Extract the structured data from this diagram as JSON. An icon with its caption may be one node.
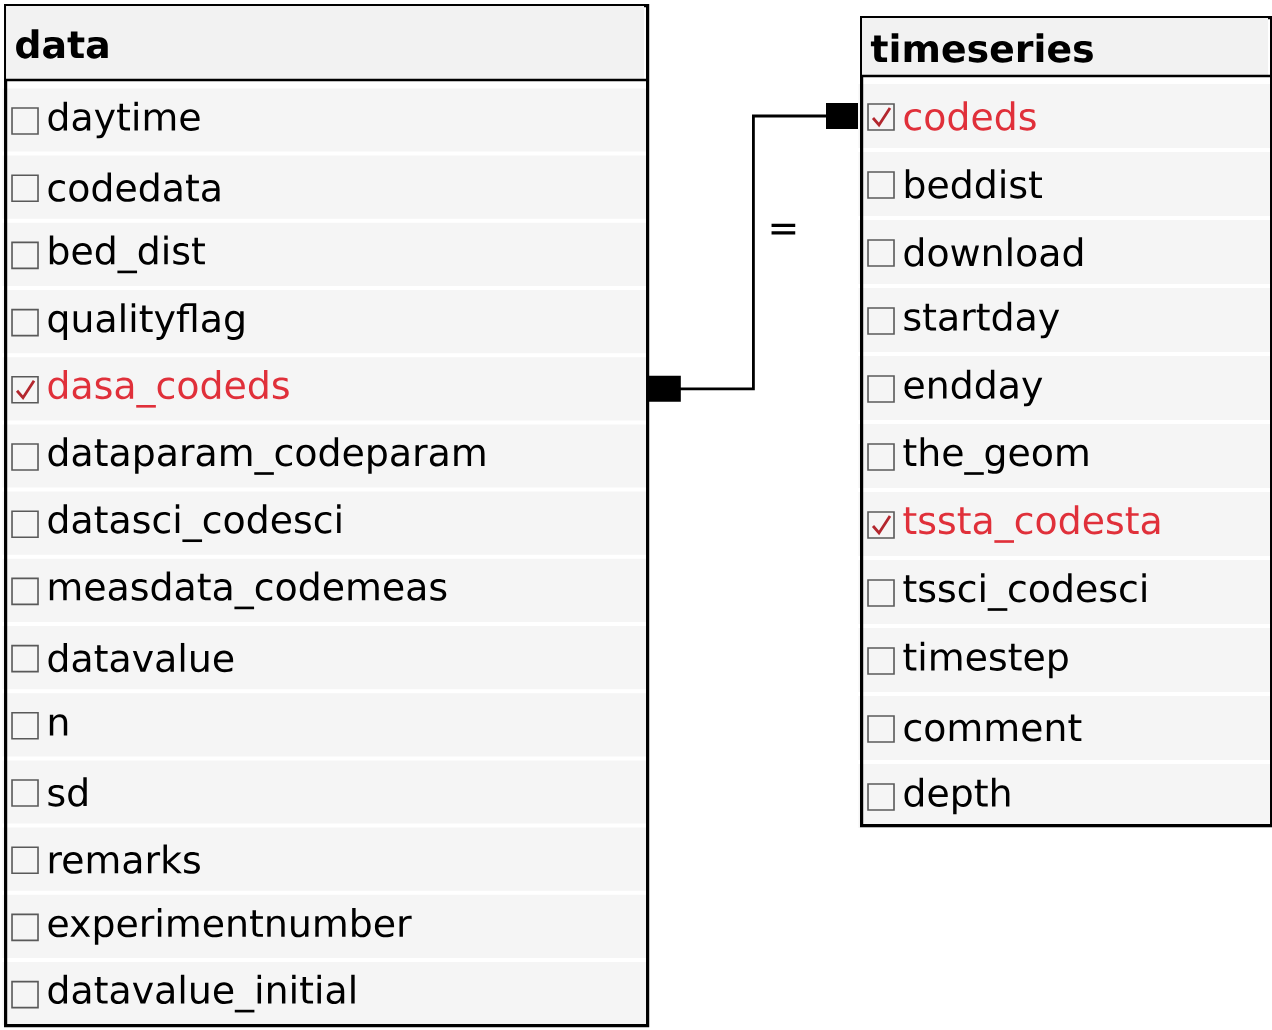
{
  "diagram": {
    "nodes": [
      {
        "text": [
          "data"
        ]
      },
      {
        "text": [
          "daytime"
        ],
        "in": 0
      },
      {
        "text": [
          "codedata"
        ],
        "in": 0
      },
      {
        "text": [
          "bed_dist"
        ],
        "in": 0
      },
      {
        "text": [
          "qualityflag"
        ],
        "in": 0
      },
      {
        "text": [
          "dasa_codeds"
        ],
        "in": 0
      },
      {
        "text": [
          "dataparam_codeparam"
        ],
        "in": 0
      },
      {
        "text": [
          "datasci_codesci"
        ],
        "in": 0
      },
      {
        "text": [
          "measdata_codemeas"
        ],
        "in": 0
      },
      {
        "text": [
          "datavalue"
        ],
        "in": 0
      },
      {
        "text": [
          "n"
        ],
        "in": 0
      },
      {
        "text": [
          "sd"
        ],
        "in": 0
      },
      {
        "text": [
          "remarks"
        ],
        "in": 0
      },
      {
        "text": [
          "experimentnumber"
        ],
        "in": 0
      },
      {
        "text": [
          "datavalue_initial"
        ],
        "in": 0
      },
      {
        "text": [
          "timeseries"
        ]
      },
      {
        "text": [
          "codeds"
        ],
        "in": 15
      },
      {
        "text": [
          "beddist"
        ],
        "in": 15
      },
      {
        "text": [
          "download"
        ],
        "in": 15
      },
      {
        "text": [
          "startday"
        ],
        "in": 15
      },
      {
        "text": [
          "endday"
        ],
        "in": 15
      },
      {
        "text": [
          "the_geom"
        ],
        "in": 15
      },
      {
        "text": [
          "tssta_codesta"
        ],
        "in": 15
      },
      {
        "text": [
          "tssci_codesci"
        ],
        "in": 15
      },
      {
        "text": [
          "timestep"
        ],
        "in": 15
      },
      {
        "text": [
          "comment"
        ],
        "in": 15
      },
      {
        "text": [
          "depth"
        ],
        "in": 15
      }
    ],
    "edges": [
      {
        "from": 5,
        "to": 16,
        "arrow": "other",
        "label": "="
      }
    ]
  }
}
